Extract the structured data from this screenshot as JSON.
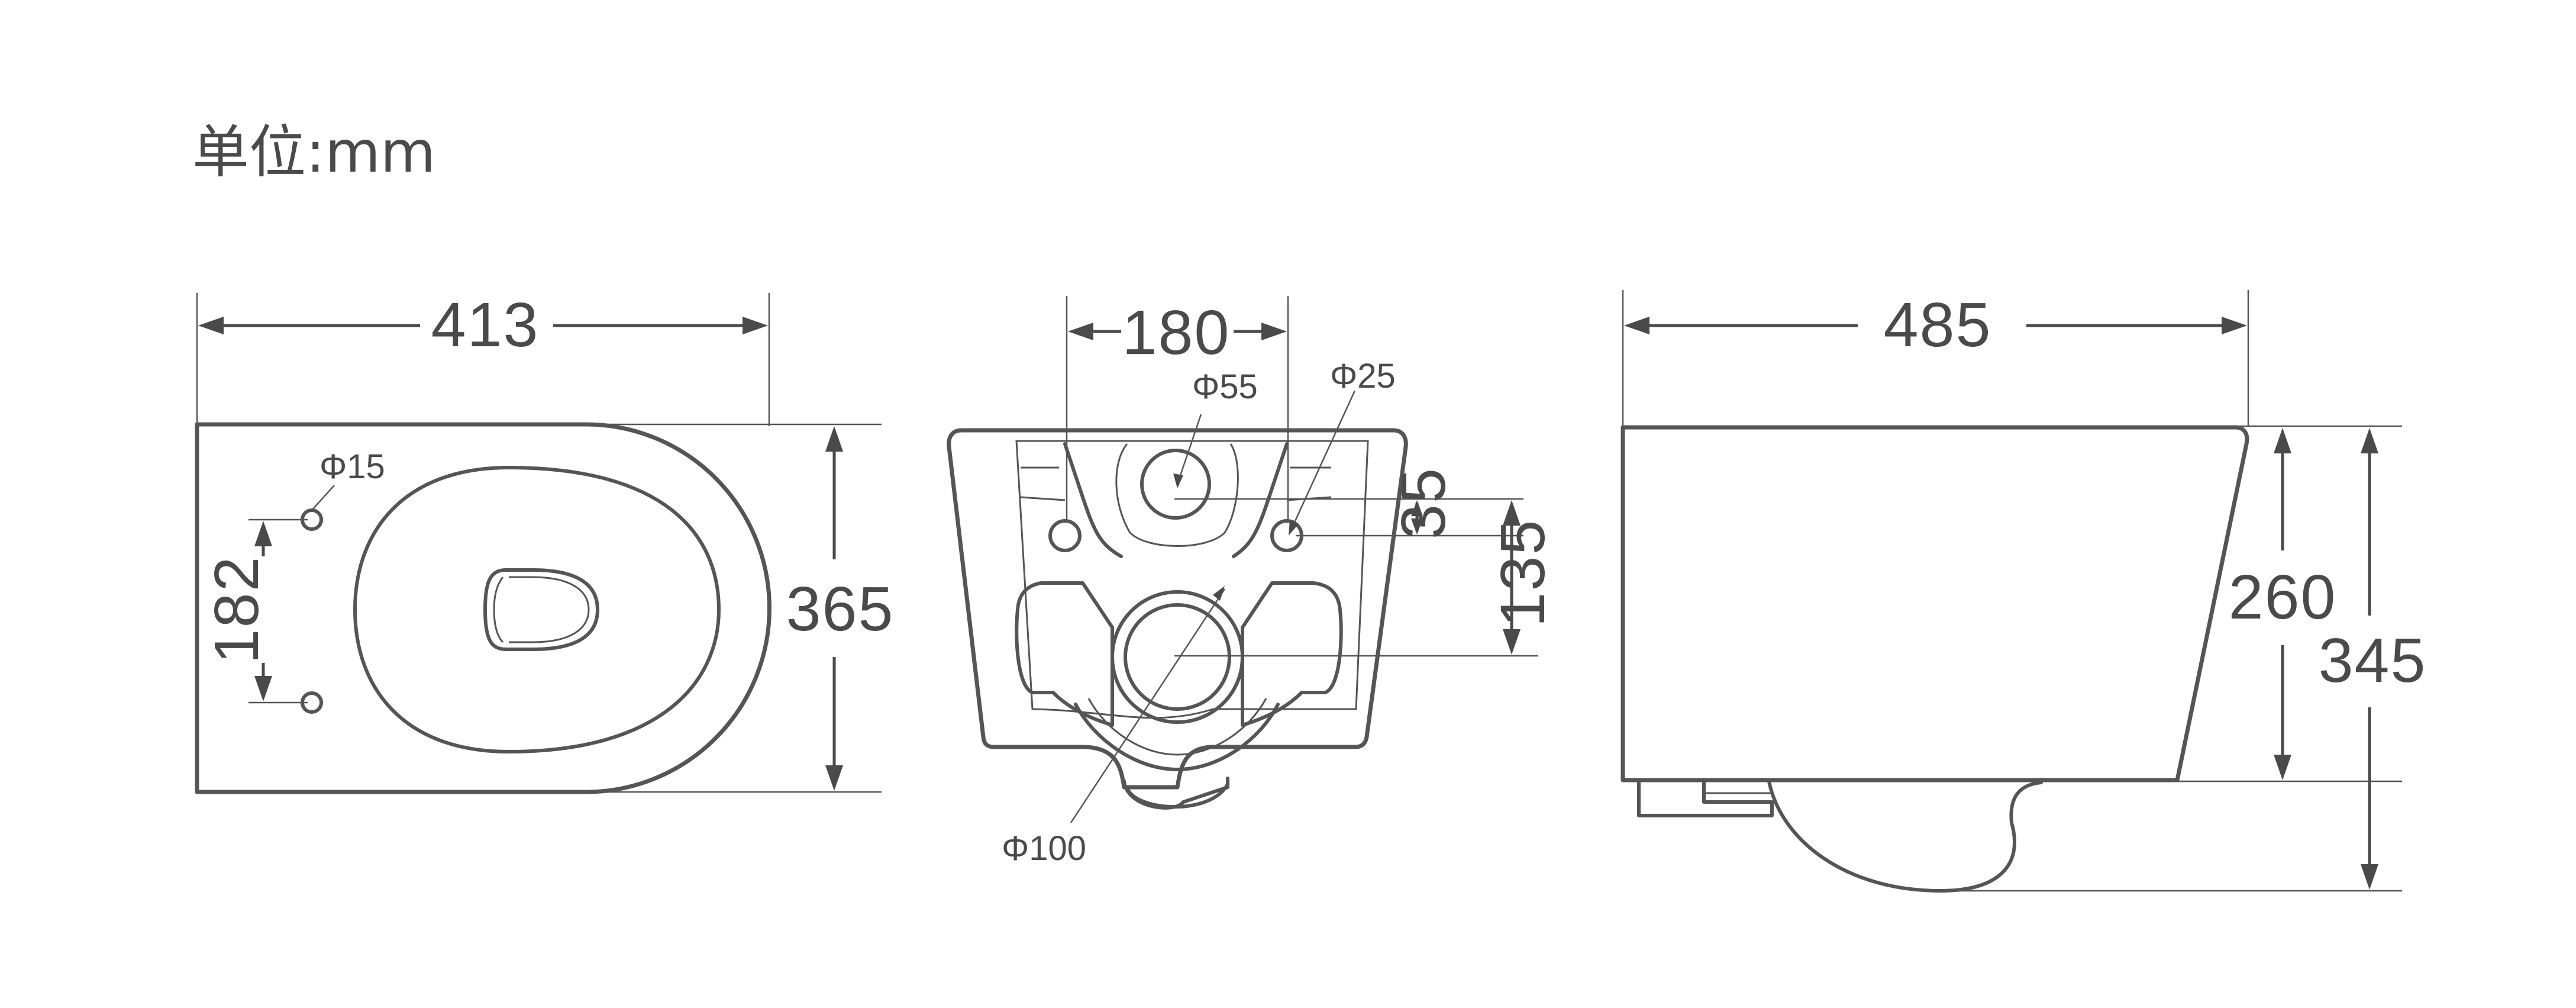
{
  "unit_label": "单位:mm",
  "top_view": {
    "width": "413",
    "depth": "365",
    "hole_spacing": "182",
    "hole_diameter": "Φ15"
  },
  "back_view": {
    "bolt_spacing": "180",
    "inlet_diameter": "Φ55",
    "bolt_diameter": "Φ25",
    "inlet_offset": "35",
    "outlet_height": "135",
    "outlet_diameter": "Φ100"
  },
  "side_view": {
    "length": "485",
    "body_height": "260",
    "total_height": "345"
  }
}
